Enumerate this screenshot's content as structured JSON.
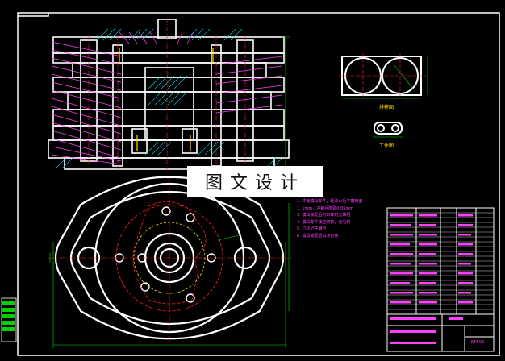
{
  "watermark": {
    "text": "图文设计"
  },
  "notes": [
    "1. 冲裁模具零件，经淬火后平磨两面",
    "1. 1mm，冲裁间隙取0.05mm",
    "3. 模具装配后刃口锋利无缺陷",
    "4. 模具零件棱边倒钝，无毛刺",
    "5. 打标记并编号",
    "6. 模具装配后试冲合格"
  ],
  "captions": {
    "blank_part": "排样图",
    "part": "工件图"
  },
  "title_block": {
    "drawing_no": "NM-00"
  },
  "colors": {
    "outline": "#ffffff",
    "dimension": "#00e000",
    "center": "#ff2020",
    "leader": "#ff40ff",
    "hatch": "#00d8d8",
    "highlight": "#ffe000"
  }
}
